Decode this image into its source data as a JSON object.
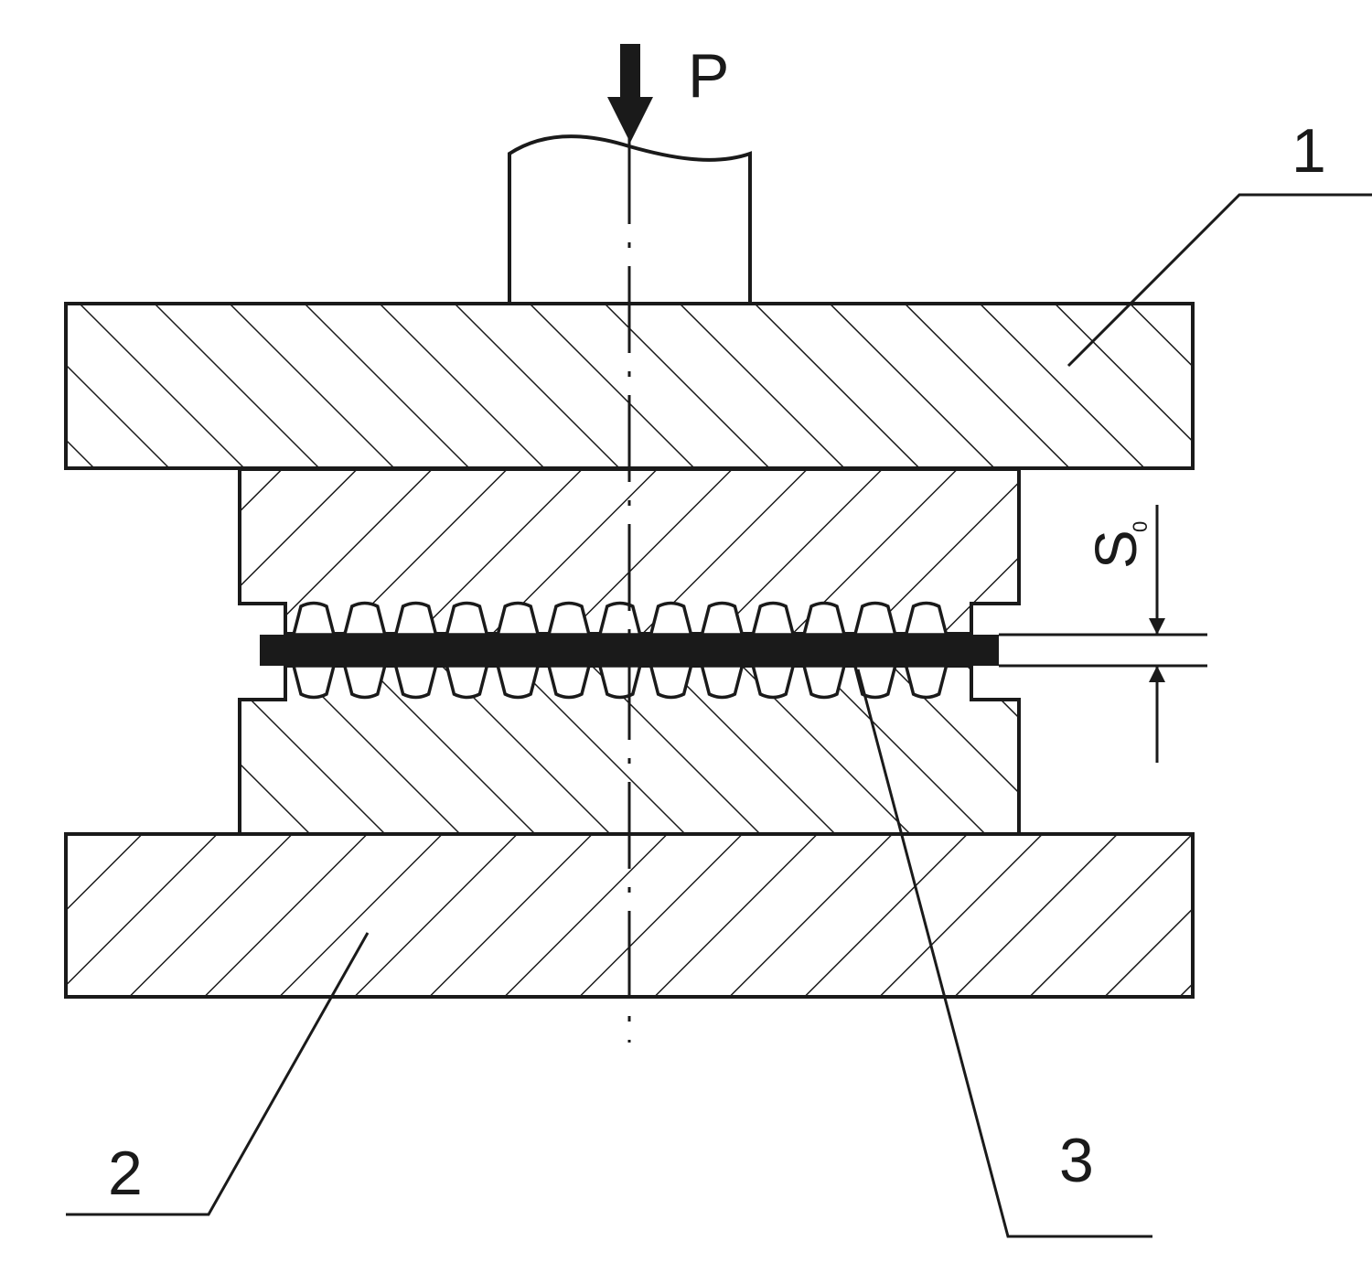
{
  "labels": {
    "force": "P",
    "part_1": "1",
    "part_2": "2",
    "part_3": "3",
    "thickness": "S",
    "thickness_subscript": "0"
  },
  "colors": {
    "line": "#1a1a1a",
    "background": "#ffffff"
  },
  "icons": {
    "force_arrow": "down-arrow-icon"
  }
}
